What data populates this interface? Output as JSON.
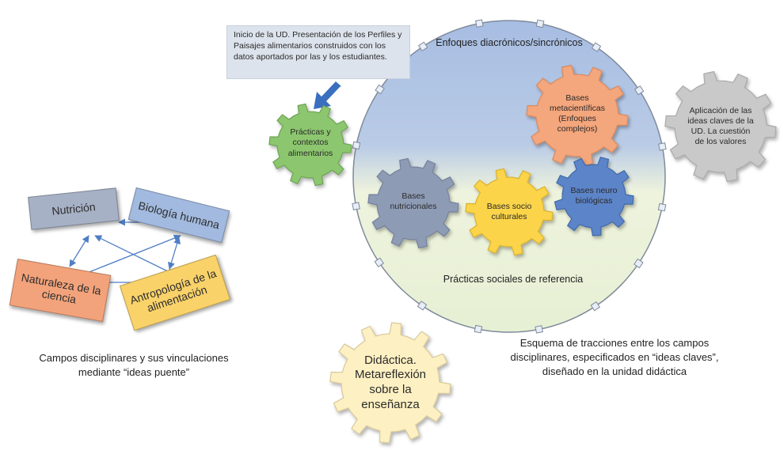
{
  "callout": {
    "text": "Inicio de la UD. Presentación de los Perfiles y Paisajes alimentarios construidos con los datos aportados por las y los estudiantes."
  },
  "circle": {
    "top_label": "Enfoques diacrónicos/sincrónicos",
    "bottom_label": "Prácticas sociales de referencia"
  },
  "gears": {
    "practicas": "Prácticas y contextos alimentarios",
    "metacientificas": "Bases metacientíficas (Enfoques complejos)",
    "aplicacion": "Aplicación de las ideas claves de la UD. La cuestión de los valores",
    "nutricionales": "Bases nutricionales",
    "socioculturales": "Bases socio culturales",
    "neurobiologicas": "Bases neuro biológicas",
    "didactica": "Didáctica. Metareflexión sobre la enseñanza"
  },
  "boxes": {
    "nutricion": "Nutrición",
    "biologia": "Biología humana",
    "naturaleza": "Naturaleza de la ciencia",
    "antropologia": "Antropología de la alimentación"
  },
  "captions": {
    "left": "Campos disciplinares y sus vinculaciones mediante “ideas puente”",
    "right": "Esquema de tracciones entre los campos disciplinares, especificados en “ideas claves”, diseñado en la unidad didáctica"
  },
  "colors": {
    "green_gear": "#8cc66e",
    "orange_gear": "#f4a67c",
    "gray_gear": "#c9c9c9",
    "blue_gray_gear": "#8e9bb5",
    "yellow_gear": "#fbd44a",
    "blue_gear": "#5b84c9",
    "cream_gear": "#fdf0c2",
    "circle_blue": "#a7bde2",
    "circle_green": "#e6f0d4",
    "box_nutricion": "#a7b1c6",
    "box_biologia": "#a2badf",
    "box_naturaleza": "#f3a37b",
    "box_antropologia": "#f9d26a",
    "arrow": "#4f7ec4",
    "callout_arrow": "#3a6fc0"
  }
}
